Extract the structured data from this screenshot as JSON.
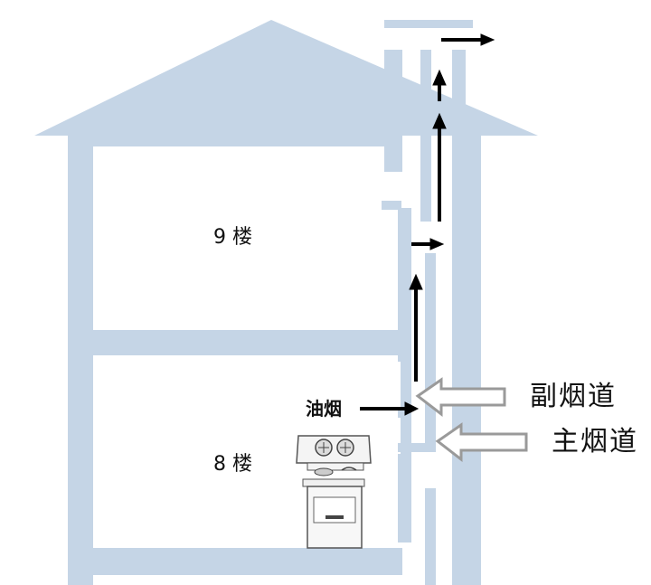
{
  "labels": {
    "floor_9": "9 楼",
    "floor_8": "8 楼",
    "fume": "油烟",
    "secondary_flue": "副烟道",
    "main_flue": "主烟道"
  },
  "colors": {
    "wall": "#c5d5e6",
    "arrow": "#000000",
    "hollow_arrow_stroke": "#9a9a9a"
  }
}
